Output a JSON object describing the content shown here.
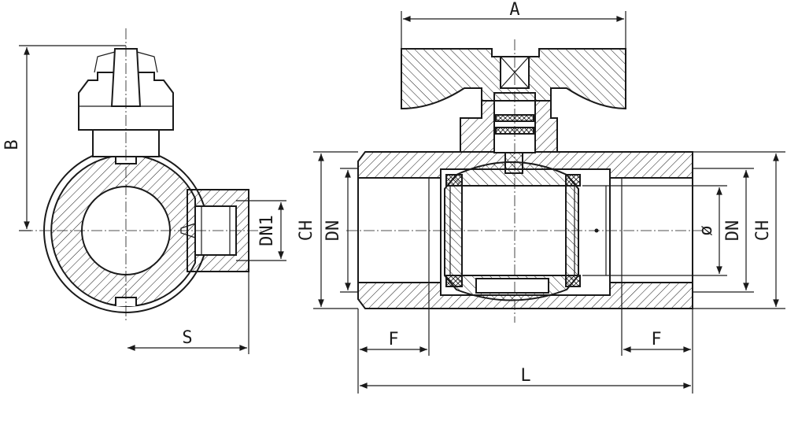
{
  "labels": {
    "a": "A",
    "b": "B",
    "s": "S",
    "dn1": "DN1",
    "ch_left": "CH",
    "dn_left": "DN",
    "f_left": "F",
    "f_right": "F",
    "l": "L",
    "phi": "ø",
    "dn_right": "DN",
    "ch_right": "CH"
  }
}
